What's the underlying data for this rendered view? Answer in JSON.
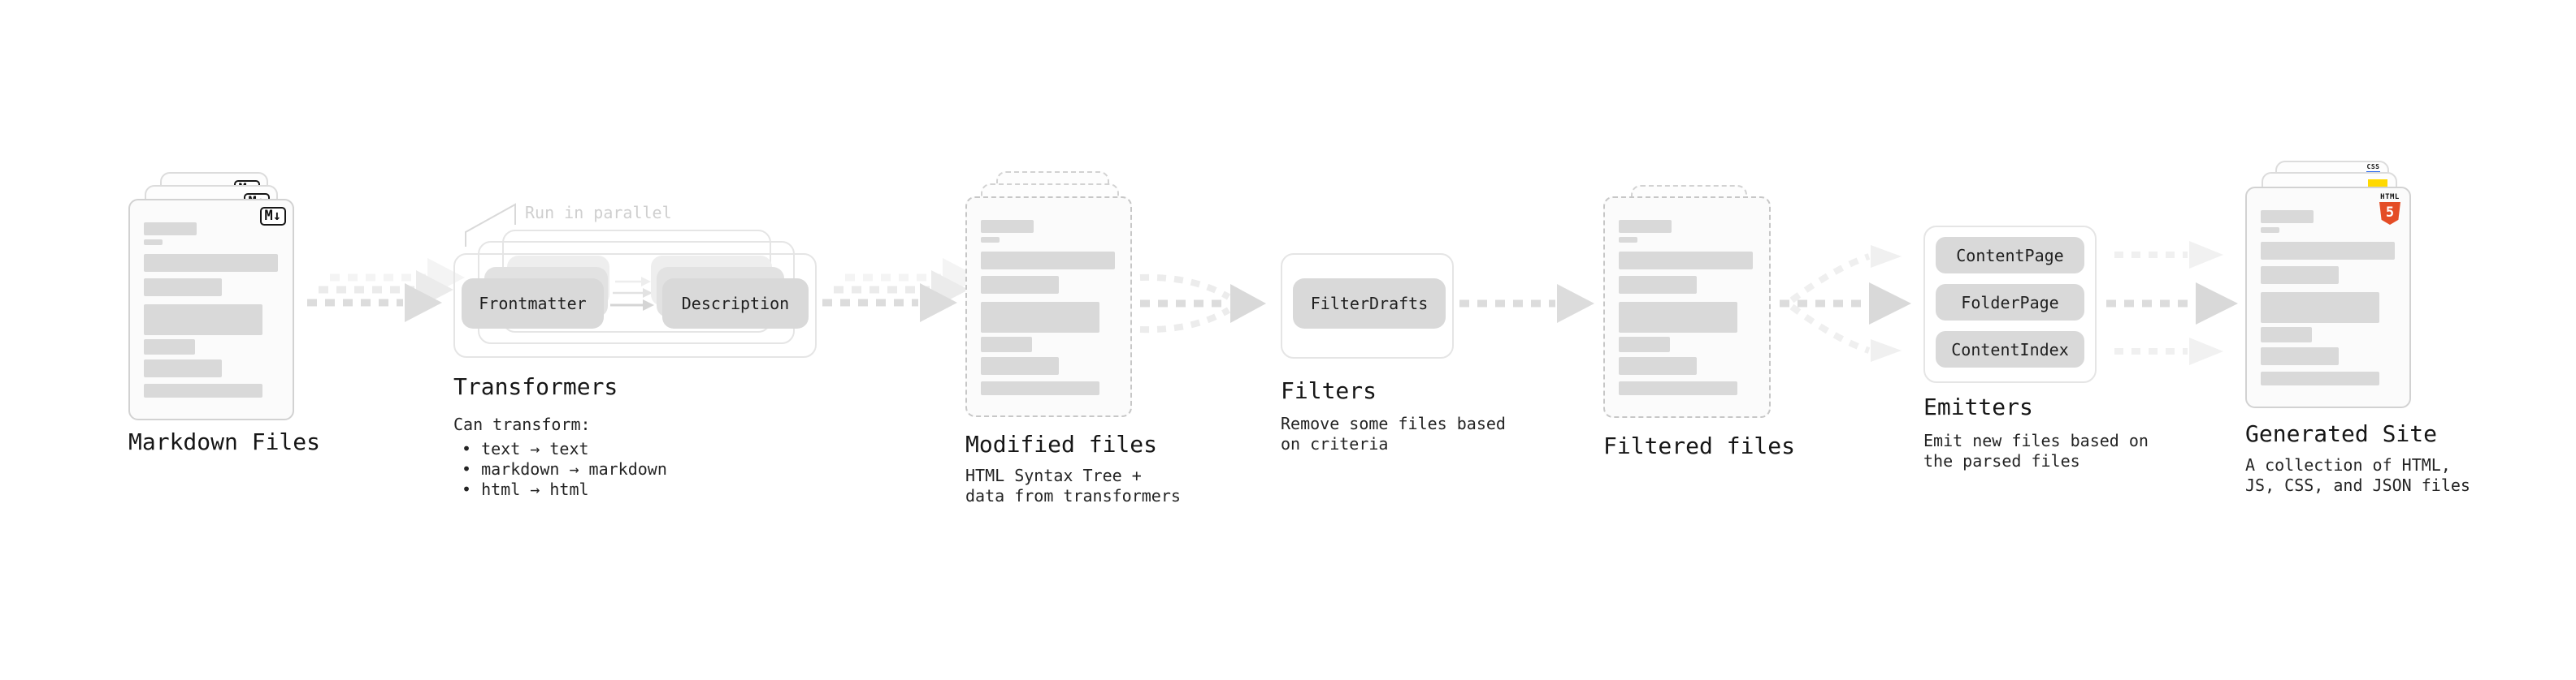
{
  "colors": {
    "html5_orange": "#e44d26",
    "js_yellow": "#ffd900",
    "css_blue": "#2e6bee",
    "node_gray": "#d9d9d9",
    "arrow_gray": "#dcdcdc"
  },
  "icons": {
    "markdown_badge": "M↓",
    "html5_label": "HTML",
    "html5_numeral": "5",
    "css_label": "CSS"
  },
  "stages": {
    "markdown": {
      "title": "Markdown Files"
    },
    "transformers": {
      "title": "Transformers",
      "note": "Run in parallel",
      "buttons": {
        "frontmatter": "Frontmatter",
        "description": "Description"
      },
      "desc_heading": "Can transform:",
      "bullet1": "• text → text",
      "bullet2": "• markdown → markdown",
      "bullet3": "• html → html"
    },
    "modified": {
      "title": "Modified files",
      "desc1": "HTML Syntax Tree +",
      "desc2": "data from transformers"
    },
    "filters": {
      "title": "Filters",
      "buttons": {
        "filter_drafts": "FilterDrafts"
      },
      "desc1": "Remove some files based",
      "desc2": "on criteria"
    },
    "filtered": {
      "title": "Filtered files"
    },
    "emitters": {
      "title": "Emitters",
      "buttons": {
        "content_page": "ContentPage",
        "folder_page": "FolderPage",
        "content_index": "ContentIndex"
      },
      "desc1": "Emit new files based on",
      "desc2": "the parsed files"
    },
    "generated": {
      "title": "Generated Site",
      "desc1": "A collection of HTML,",
      "desc2": "JS, CSS, and JSON files"
    }
  }
}
